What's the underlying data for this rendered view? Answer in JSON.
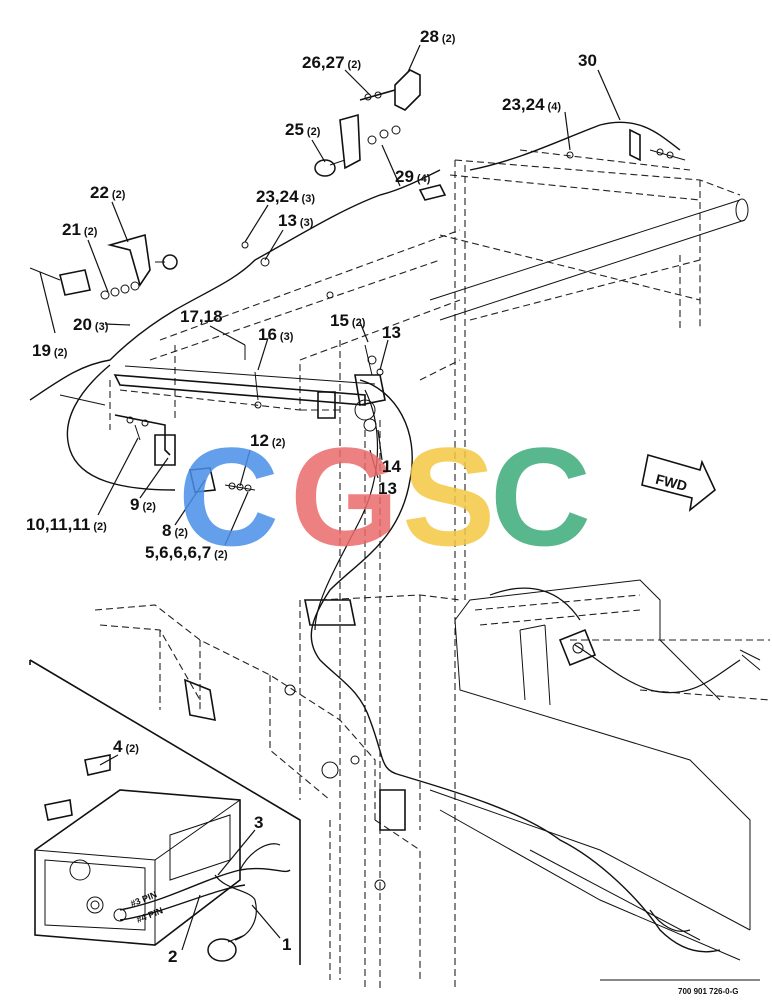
{
  "callouts": [
    {
      "id": "c28",
      "text": "28",
      "qty": "(2)"
    },
    {
      "id": "c2627",
      "text": "26,27",
      "qty": "(2)"
    },
    {
      "id": "c30",
      "text": "30",
      "qty": ""
    },
    {
      "id": "c2324a",
      "text": "23,24",
      "qty": "(4)"
    },
    {
      "id": "c25",
      "text": "25",
      "qty": "(2)"
    },
    {
      "id": "c29",
      "text": "29",
      "qty": "(4)"
    },
    {
      "id": "c22",
      "text": "22",
      "qty": "(2)"
    },
    {
      "id": "c2324b",
      "text": "23,24",
      "qty": "(3)"
    },
    {
      "id": "c21",
      "text": "21",
      "qty": "(2)"
    },
    {
      "id": "c13a",
      "text": "13",
      "qty": "(3)"
    },
    {
      "id": "c20",
      "text": "20",
      "qty": "(3)"
    },
    {
      "id": "c1718",
      "text": "17,18",
      "qty": ""
    },
    {
      "id": "c15",
      "text": "15",
      "qty": "(2)"
    },
    {
      "id": "c13b",
      "text": "13",
      "qty": ""
    },
    {
      "id": "c19",
      "text": "19",
      "qty": "(2)"
    },
    {
      "id": "c16",
      "text": "16",
      "qty": "(3)"
    },
    {
      "id": "c12",
      "text": "12",
      "qty": "(2)"
    },
    {
      "id": "c14",
      "text": "14",
      "qty": ""
    },
    {
      "id": "c13c",
      "text": "13",
      "qty": ""
    },
    {
      "id": "c9",
      "text": "9",
      "qty": "(2)"
    },
    {
      "id": "c1011",
      "text": "10,11,11",
      "qty": "(2)"
    },
    {
      "id": "c8",
      "text": "8",
      "qty": "(2)"
    },
    {
      "id": "c5667",
      "text": "5,6,6,6,7",
      "qty": "(2)"
    },
    {
      "id": "c4",
      "text": "4",
      "qty": "(2)"
    },
    {
      "id": "c3",
      "text": "3",
      "qty": ""
    },
    {
      "id": "c2",
      "text": "2",
      "qty": ""
    },
    {
      "id": "c1",
      "text": "1",
      "qty": ""
    }
  ],
  "fwd_label": "FWD",
  "pin3_label": "#3 PIN",
  "pin4_label": "#4 PIN",
  "drawing_number": "700 901 726-0-G",
  "watermark": {
    "letters": [
      "C",
      "G",
      "S",
      "C"
    ],
    "colors": [
      "#4a8fe8",
      "#ea6b6b",
      "#f5c842",
      "#3cab7a"
    ]
  }
}
